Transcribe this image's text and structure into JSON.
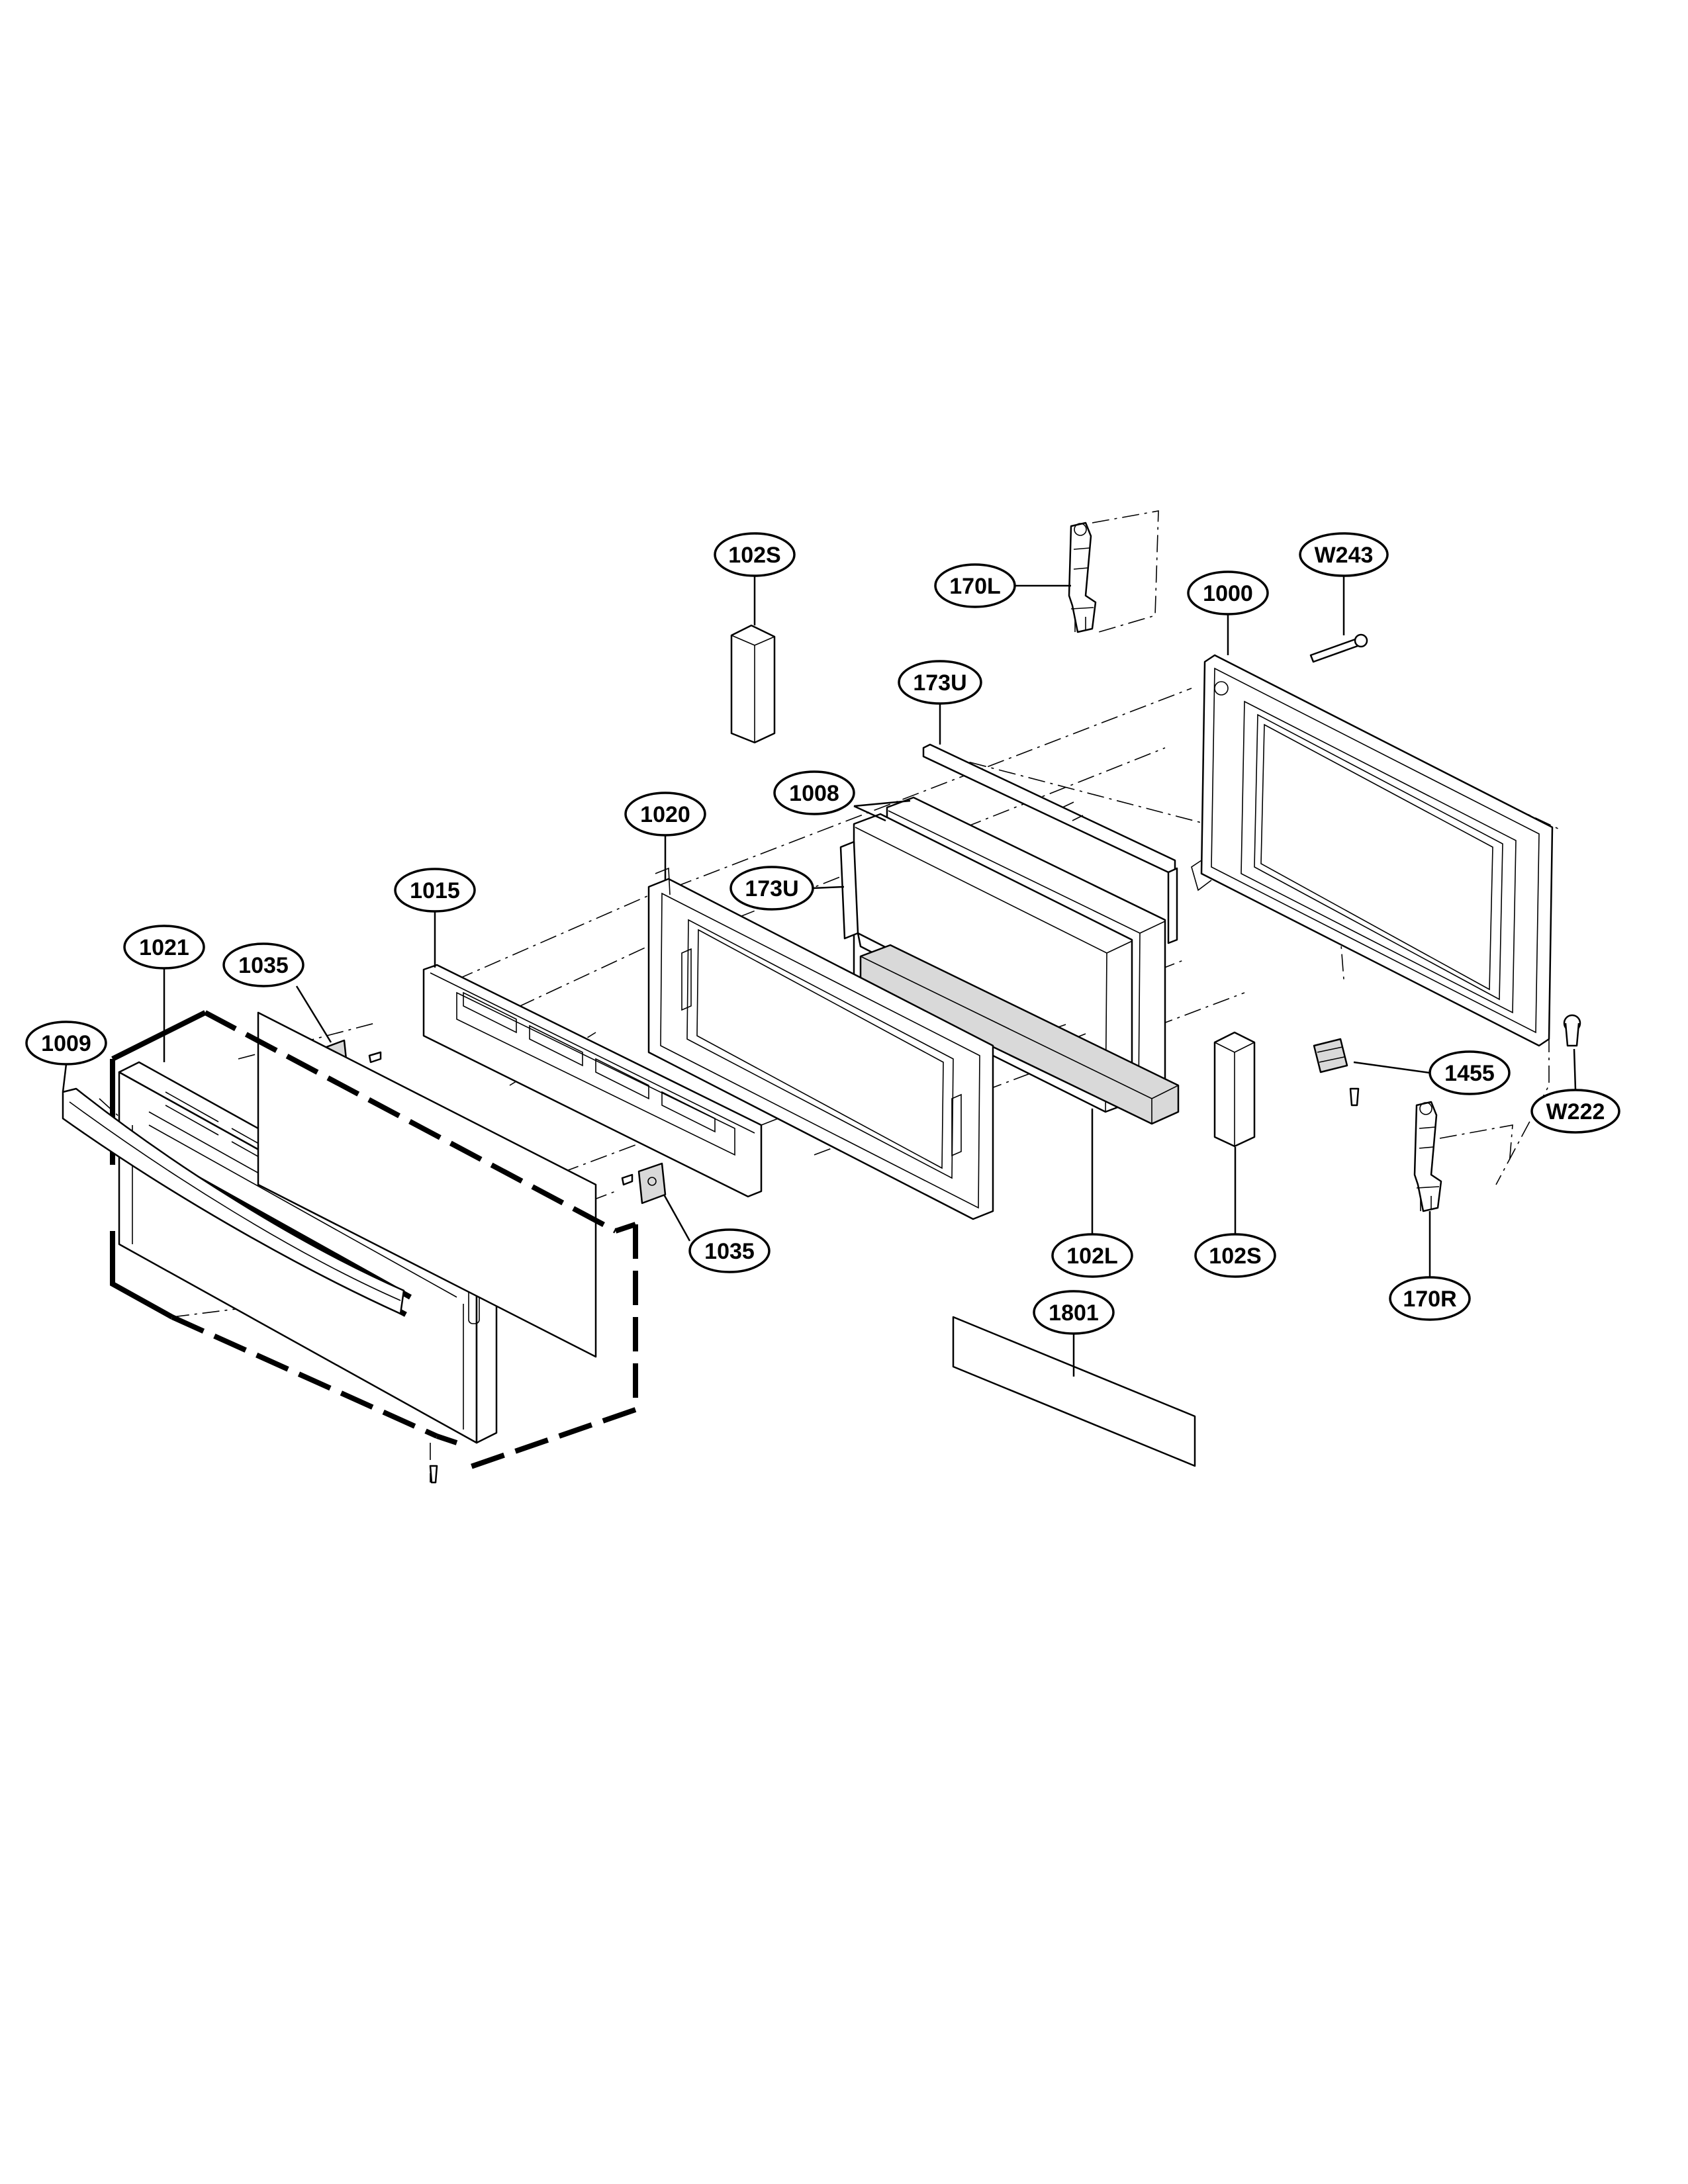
{
  "diagram": {
    "callouts": [
      {
        "id": "c-102s-top",
        "label": "102S"
      },
      {
        "id": "c-170l",
        "label": "170L"
      },
      {
        "id": "c-w243",
        "label": "W243"
      },
      {
        "id": "c-1000",
        "label": "1000"
      },
      {
        "id": "c-173u-top",
        "label": "173U"
      },
      {
        "id": "c-1008",
        "label": "1008"
      },
      {
        "id": "c-1020",
        "label": "1020"
      },
      {
        "id": "c-173u-mid",
        "label": "173U"
      },
      {
        "id": "c-1015",
        "label": "1015"
      },
      {
        "id": "c-1021",
        "label": "1021"
      },
      {
        "id": "c-1035-top",
        "label": "1035"
      },
      {
        "id": "c-1009",
        "label": "1009"
      },
      {
        "id": "c-1455",
        "label": "1455"
      },
      {
        "id": "c-w222",
        "label": "W222"
      },
      {
        "id": "c-102l",
        "label": "102L"
      },
      {
        "id": "c-102s-bot",
        "label": "102S"
      },
      {
        "id": "c-1035-bot",
        "label": "1035"
      },
      {
        "id": "c-170r",
        "label": "170R"
      },
      {
        "id": "c-1801",
        "label": "1801"
      }
    ]
  }
}
